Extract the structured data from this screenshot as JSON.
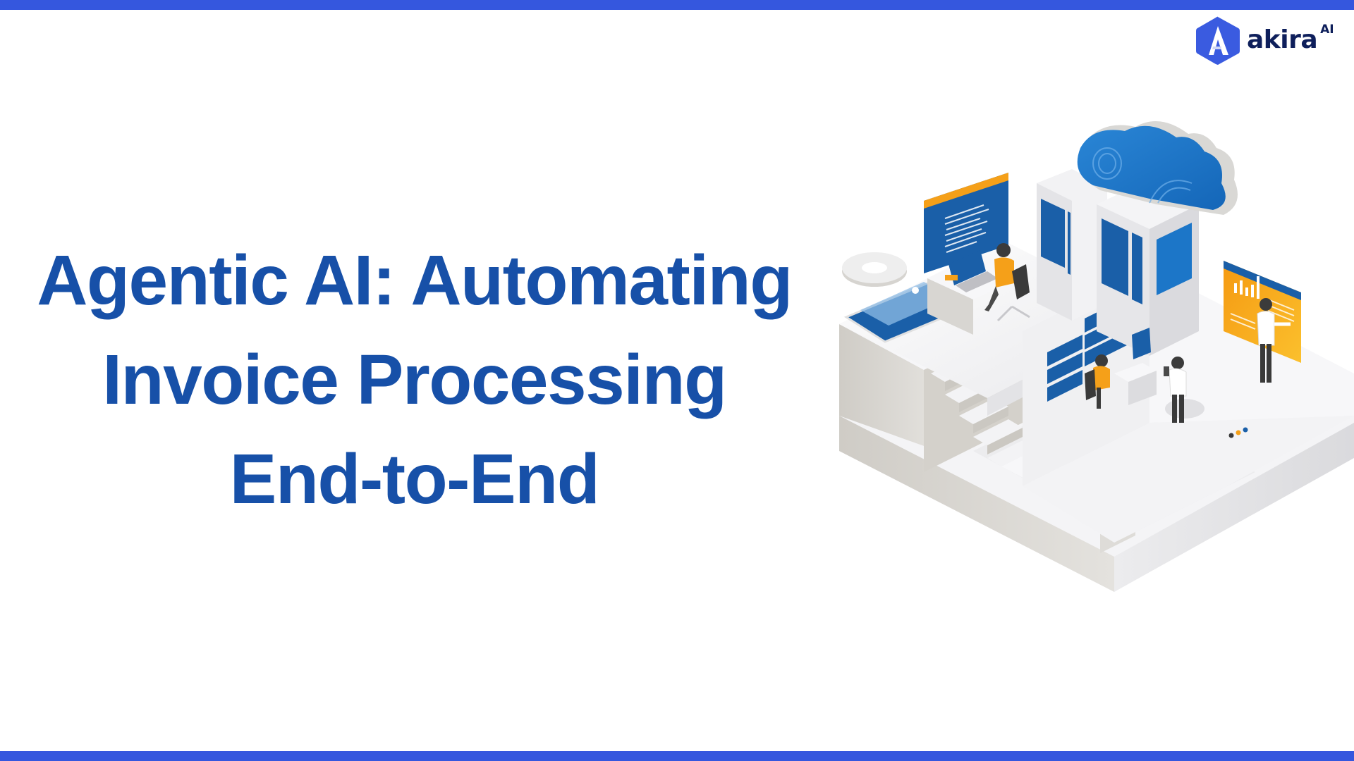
{
  "brand": {
    "name": "akira",
    "suffix": "AI",
    "logo_letter": "A",
    "colors": {
      "bar": "#3557DE",
      "logo_hex": "#3A5BE0",
      "logo_text": "#0E1F5B"
    }
  },
  "hero": {
    "title_lines": [
      "Agentic AI: Automating",
      "Invoice Processing",
      "End-to-End"
    ],
    "title_color": "#1750A8"
  },
  "illustration": {
    "description": "Isometric illustration of a data center with cloud, server racks, code monitor, tablet, analytics board and people working",
    "icons": [
      "cloud-icon",
      "server-rack-icon",
      "code-monitor-icon",
      "laptop-icon",
      "gear-icon",
      "tablet-icon",
      "analytics-board-icon",
      "person-icon",
      "stairs-icon"
    ],
    "colors": {
      "panel_blue": "#1A5FA8",
      "cloud_blue": "#1C76C8",
      "accent_orange": "#F5A019",
      "platform": "#F2F2F4",
      "platform_side": "#D8D6D2"
    }
  }
}
